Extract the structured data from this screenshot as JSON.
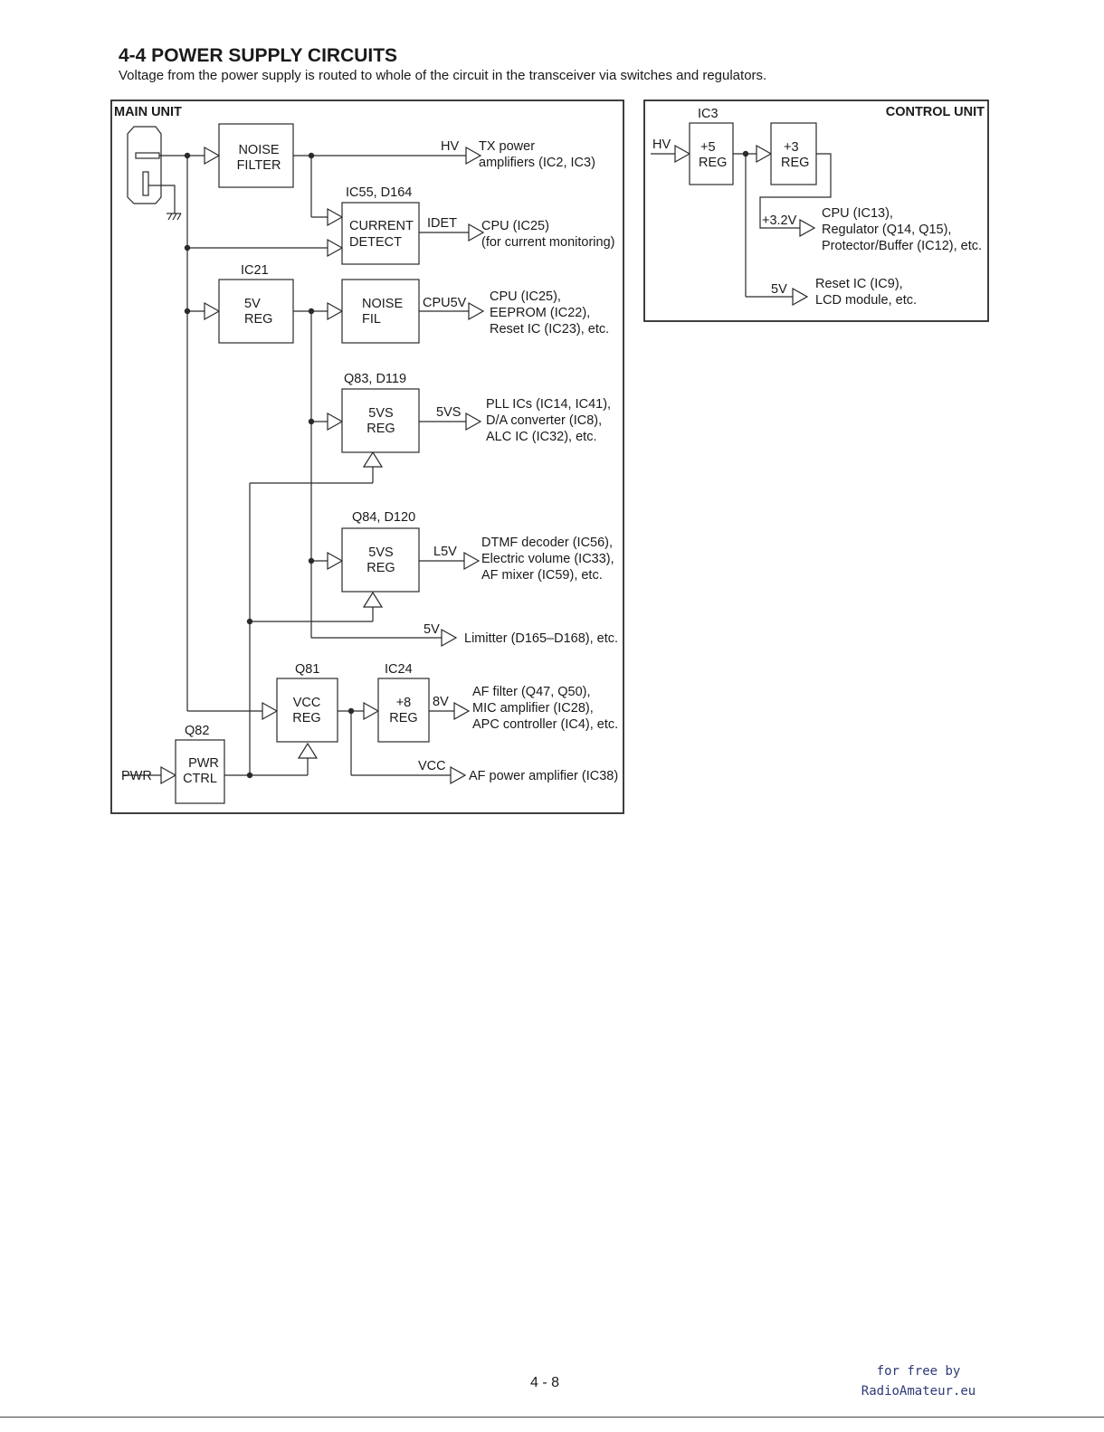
{
  "page": {
    "heading": "4-4 POWER SUPPLY CIRCUITS",
    "intro": "Voltage from the power supply is routed to whole of the circuit in the transceiver via switches and regulators.",
    "page_number": "4 - 8",
    "watermark": [
      "for free by",
      "RadioAmateur.eu"
    ]
  },
  "main_unit": {
    "title": "MAIN UNIT",
    "blocks": {
      "noise_filter": [
        "NOISE",
        "FILTER"
      ],
      "current_detect": [
        "CURRENT",
        "DETECT"
      ],
      "reg_5v": [
        "5V",
        "REG"
      ],
      "noise_fil": [
        "NOISE",
        "FIL"
      ],
      "reg_5vs_q83": [
        "5VS",
        "REG"
      ],
      "reg_5vs_q84": [
        "5VS",
        "REG"
      ],
      "vcc_reg": [
        "VCC",
        "REG"
      ],
      "reg_8": [
        "+8",
        "REG"
      ],
      "pwr_ctrl": [
        "PWR",
        "CTRL"
      ]
    },
    "refs": {
      "current_detect": "IC55, D164",
      "reg_5v": "IC21",
      "reg_5vs_q83": "Q83, D119",
      "reg_5vs_q84": "Q84, D120",
      "vcc_reg": "Q81",
      "reg_8": "IC24",
      "pwr_ctrl": "Q82"
    },
    "signals": {
      "hv": "HV",
      "idet": "IDET",
      "cpu5v": "CPU5V",
      "v5vs": "5VS",
      "l5v": "L5V",
      "v5": "5V",
      "v8": "8V",
      "vcc": "VCC",
      "pwr": "PWR"
    },
    "destinations": {
      "hv": [
        "TX power",
        "amplifiers (IC2, IC3)"
      ],
      "idet": [
        "CPU (IC25)",
        "(for current monitoring)"
      ],
      "cpu5v": [
        "CPU (IC25),",
        "EEPROM (IC22),",
        "Reset IC (IC23), etc."
      ],
      "v5vs": [
        "PLL ICs (IC14, IC41),",
        "D/A converter (IC8),",
        "ALC IC (IC32), etc."
      ],
      "l5v": [
        "DTMF decoder (IC56),",
        "Electric volume (IC33),",
        "AF mixer (IC59), etc."
      ],
      "v5": [
        "Limitter (D165–D168), etc."
      ],
      "v8": [
        "AF filter (Q47, Q50),",
        "MIC amplifier (IC28),",
        "APC controller (IC4), etc."
      ],
      "vcc": [
        "AF power amplifier (IC38)"
      ]
    }
  },
  "control_unit": {
    "title": "CONTROL UNIT",
    "blocks": {
      "reg_5": [
        "+5",
        "REG"
      ],
      "reg_3": [
        "+3",
        "REG"
      ]
    },
    "refs": {
      "reg_5": "IC3"
    },
    "signals": {
      "hv": "HV",
      "v32": "+3.2V",
      "v5": "5V"
    },
    "destinations": {
      "v32": [
        "CPU (IC13),",
        "Regulator (Q14, Q15),",
        "Protector/Buffer (IC12), etc."
      ],
      "v5": [
        "Reset IC (IC9),",
        "LCD module, etc."
      ]
    }
  }
}
